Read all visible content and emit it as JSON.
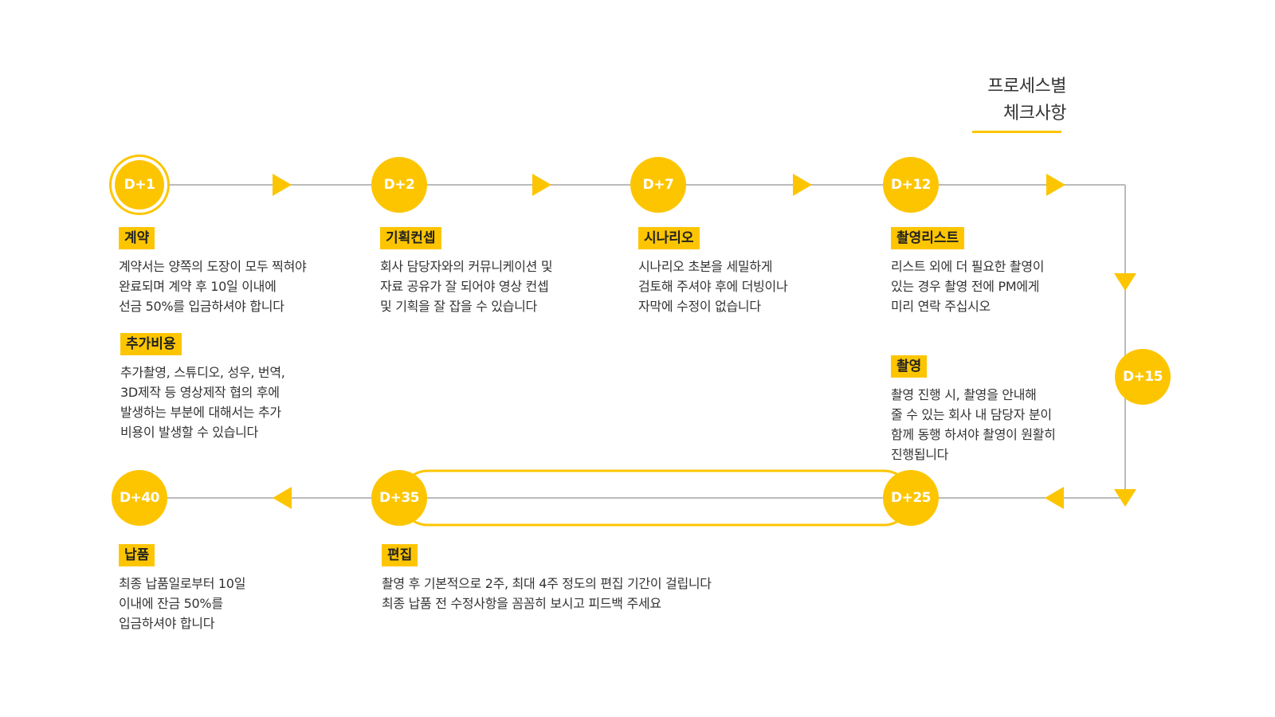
{
  "header": {
    "title_line1": "프로세스별",
    "title_line2": "체크사항"
  },
  "colors": {
    "accent": "#FDC500",
    "line": "#BBBBBB",
    "text": "#333333"
  },
  "nodes": {
    "d1": "D+1",
    "d2": "D+2",
    "d7": "D+7",
    "d12": "D+12",
    "d15": "D+15",
    "d25": "D+25",
    "d35": "D+35",
    "d40": "D+40"
  },
  "steps": {
    "contract": {
      "label": "계약",
      "desc": "계약서는 양쪽의 도장이 모두 찍혀야\n완료되며 계약 후 10일 이내에\n선금 50%를 입금하셔야 합니다"
    },
    "extra_cost": {
      "label": "추가비용",
      "desc": "추가촬영, 스튜디오, 성우, 번역,\n3D제작 등 영상제작 협의 후에\n발생하는 부분에 대해서는 추가\n비용이 발생할 수 있습니다"
    },
    "concept": {
      "label": "기획컨셉",
      "desc": "회사 담당자와의 커뮤니케이션 및\n자료 공유가 잘 되어야 영상 컨셉\n및 기획을 잘 잡을 수 있습니다"
    },
    "scenario": {
      "label": "시나리오",
      "desc": "시나리오 초본을 세밀하게\n검토해 주셔야 후에 더빙이나\n자막에 수정이 없습니다"
    },
    "shoot_list": {
      "label": "촬영리스트",
      "desc": "리스트 외에 더 필요한 촬영이\n있는 경우 촬영 전에 PM에게\n미리 연락 주십시오"
    },
    "shoot": {
      "label": "촬영",
      "desc": "촬영 진행 시, 촬영을 안내해\n줄 수 있는 회사 내 담당자 분이\n함께 동행 하셔야 촬영이 원활히\n진행됩니다"
    },
    "edit": {
      "label": "편집",
      "desc": "촬영 후 기본적으로 2주, 최대 4주 정도의 편집 기간이 걸립니다\n최종 납품 전 수정사항을 꼼꼼히 보시고 피드백 주세요"
    },
    "delivery": {
      "label": "납품",
      "desc": "최종 납품일로부터 10일\n이내에 잔금 50%를\n입금하셔야 합니다"
    }
  }
}
